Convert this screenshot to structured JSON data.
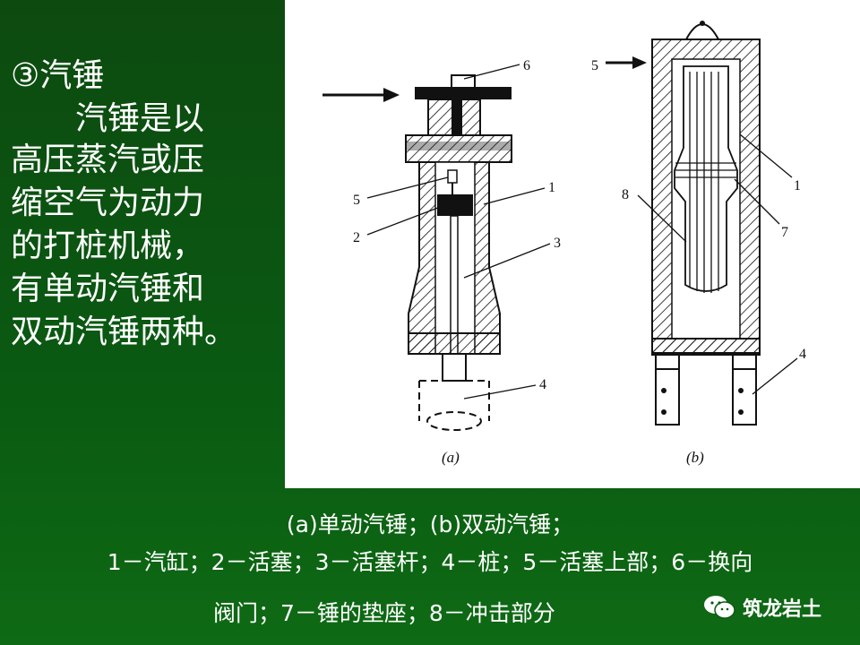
{
  "slide": {
    "heading": "③汽锤",
    "paragraph": "汽锤是以高压蒸汽或压缩空气为动力的打桩机械，有单动汽锤和双动汽锤两种。",
    "lines": [
      "汽锤是以",
      "高压蒸汽或压",
      "缩空气为动力",
      "的打桩机械，",
      "有单动汽锤和",
      "双动汽锤两种。"
    ]
  },
  "figure": {
    "labels_a": [
      "6",
      "5",
      "2",
      "1",
      "3",
      "4"
    ],
    "labels_b": [
      "5",
      "1",
      "8",
      "7",
      "4"
    ],
    "sub_a": "(a)",
    "sub_b": "(b)"
  },
  "caption": {
    "line1": "(a)单动汽锤；(b)双动汽锤；",
    "line2": "1－汽缸；2－活塞；3－活塞杆；4－桩；5－活塞上部；6－换向",
    "line3": "阀门；7－锤的垫座；8－冲击部分"
  },
  "watermark": {
    "text": "筑龙岩土",
    "icon": "wechat-icon"
  },
  "colors": {
    "background": "#0a5a12",
    "text": "#ffffff",
    "figure_bg": "#ffffff",
    "ink": "#111111"
  }
}
